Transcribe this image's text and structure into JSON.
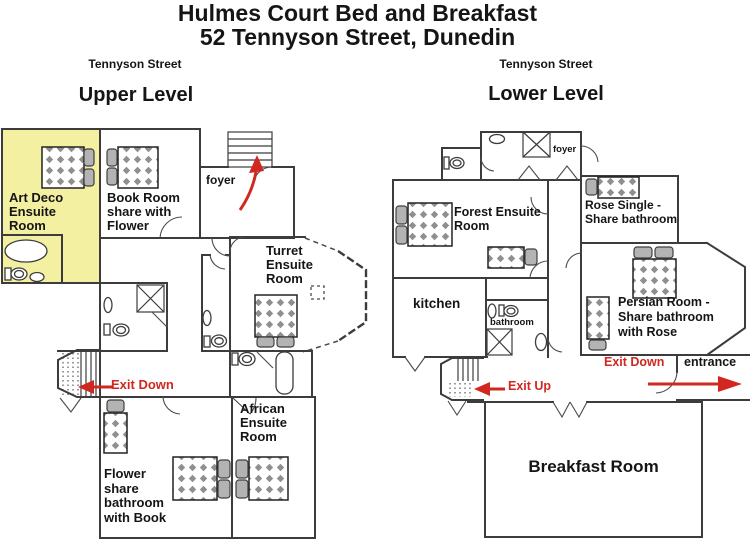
{
  "header": {
    "title": "Hulmes Court Bed and Breakfast\n52 Tennyson Street, Dunedin"
  },
  "upper": {
    "street": "Tennyson Street",
    "heading": "Upper Level",
    "rooms": {
      "art_deco": "Art Deco\nEnsuite\nRoom",
      "book": "Book Room\nshare with\nFlower",
      "foyer": "foyer",
      "turret": "Turret\nEnsuite\nRoom",
      "african": "African\nEnsuite\nRoom",
      "flower": "Flower\nshare\nbathroom\nwith Book"
    },
    "exit_down": "Exit Down"
  },
  "lower": {
    "street": "Tennyson Street",
    "heading": "Lower Level",
    "rooms": {
      "foyer": "foyer",
      "forest": "Forest Ensuite\nRoom",
      "rose": "Rose Single -\nShare bathroom",
      "persian": "Persian Room -\nShare bathroom\nwith Rose",
      "kitchen": "kitchen",
      "bathroom": "bathroom",
      "breakfast": "Breakfast Room"
    },
    "exit_up": "Exit Up",
    "exit_down": "Exit Down",
    "entrance": "entrance"
  },
  "icons": [
    "double-bed-icon",
    "single-bed-icon",
    "toilet-icon",
    "sink-icon",
    "bathtub-icon",
    "shower-icon",
    "stairs-icon",
    "door-swing-icon",
    "bay-window",
    "up-arrow-icon",
    "left-arrow-icon",
    "right-arrow-icon"
  ],
  "colors": {
    "accent_red": "#d02820",
    "highlight_yellow": "#f4f0a2",
    "wall": "#3c3c3c"
  }
}
